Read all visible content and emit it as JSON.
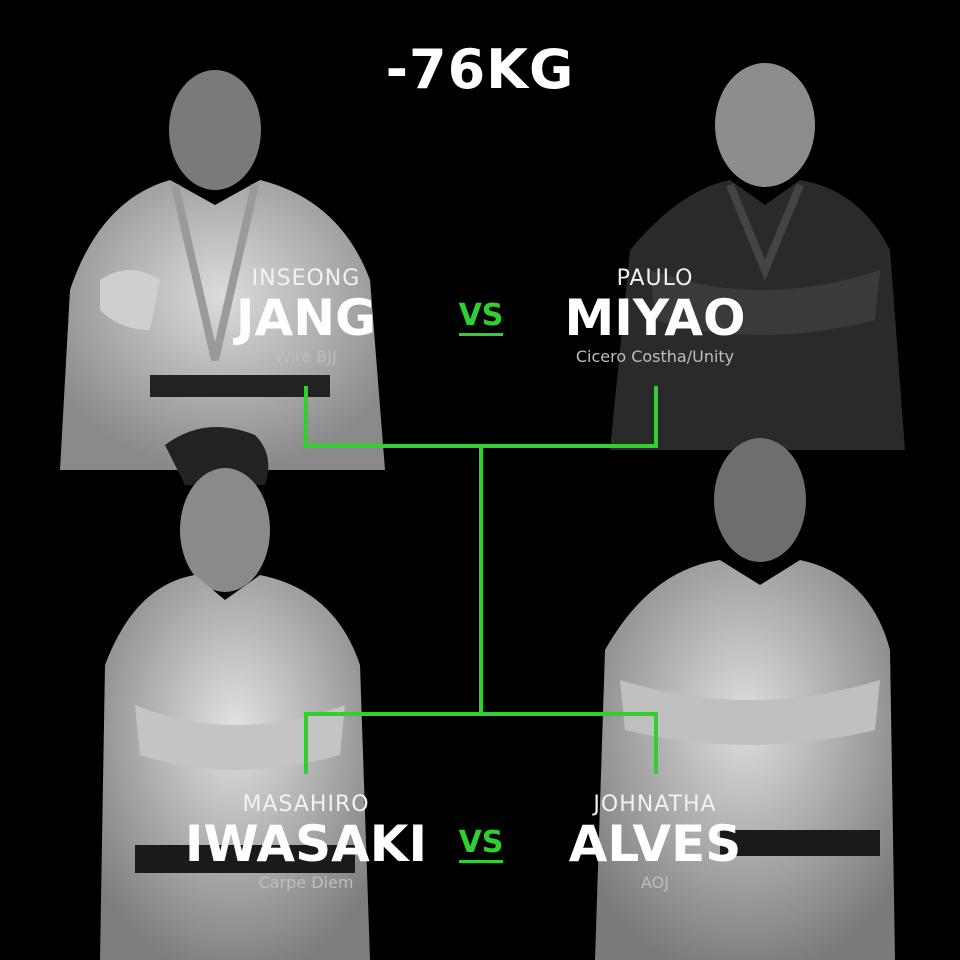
{
  "title": "-76KG",
  "accent_color": "#2fd12f",
  "matches": [
    {
      "left": {
        "first": "INSEONG",
        "last": "JANG",
        "team": "Wire BJJ"
      },
      "vs": "VS",
      "right": {
        "first": "PAULO",
        "last": "MIYAO",
        "team": "Cicero Costha/Unity"
      }
    },
    {
      "left": {
        "first": "MASAHIRO",
        "last": "IWASAKI",
        "team": "Carpe Diem"
      },
      "vs": "VS",
      "right": {
        "first": "JOHNATHA",
        "last": "ALVES",
        "team": "AOJ"
      }
    }
  ]
}
